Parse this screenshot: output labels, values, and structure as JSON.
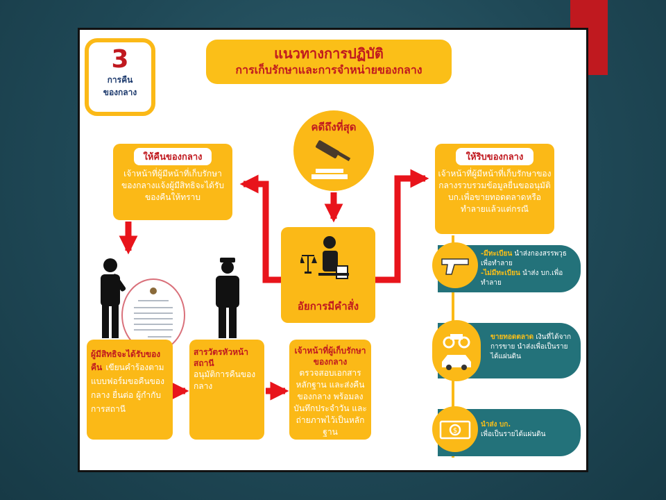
{
  "badge": {
    "number": "3",
    "line1": "การคืน",
    "line2": "ของกลาง"
  },
  "title": {
    "line1": "แนวทางการปฏิบัติ",
    "line2": "การเก็บรักษาและการจำหน่ายของกลาง"
  },
  "final_case": {
    "label": "คดีถึงที่สุด"
  },
  "prosecutor": {
    "label": "อัยการมีคำสั่ง"
  },
  "return_branch": {
    "title": "ให้คืนของกลาง",
    "text": "เจ้าหน้าที่ผู้มีหน้าที่เก็บรักษาของกลางแจ้งผู้มีสิทธิจะได้รับของคืนให้ทราบ"
  },
  "forfeit_branch": {
    "title": "ให้ริบของกลาง",
    "text": "เจ้าหน้าที่ผู้มีหน้าที่เก็บรักษาของกลางรวบรวมข้อมูลยื่นขออนุมัติ บก.เพื่อขายทอดตลาดหรือทำลายแล้วแต่กรณี"
  },
  "steps": [
    {
      "highlight": "ผู้มีสิทธิจะได้รับของคืน",
      "text": "เขียนคำร้องตามแบบฟอร์มขอคืนของกลาง ยื่นต่อ ผู้กำกับการสถานี"
    },
    {
      "highlight": "สารวัตรหัวหน้าสถานี",
      "text": "อนุมัติการคืนของกลาง"
    },
    {
      "highlight": "เจ้าหน้าที่ผู้เก็บรักษาของกลาง",
      "text": "ตรวจสอบเอกสารหลักฐาน และส่งคืนของกลาง พร้อมลงบันทึกประจำวัน และถ่ายภาพไว้เป็นหลักฐาน"
    }
  ],
  "disposal": [
    {
      "icon": "gun-icon",
      "hl1": "-มีทะเบียน",
      "tx1": "นำส่งกองสรรพวุธเพื่อทำลาย",
      "hl2": "-ไม่มีทะเบียน",
      "tx2": "นำส่ง บก.เพื่อทำลาย"
    },
    {
      "icon": "vehicle-icon",
      "hl1": "ขายทอดตลาด",
      "tx1": "เงินที่ได้จากการขาย นำส่งเพื่อเป็นรายได้แผ่นดิน"
    },
    {
      "icon": "money-icon",
      "hl1": "นำส่ง บก.",
      "tx1": "เพื่อเป็นรายได้แผ่นดิน"
    }
  ],
  "colors": {
    "accent": "#fbb917",
    "text_red": "#c0191f",
    "teal": "#23727a",
    "arrow": "#e8141b"
  }
}
